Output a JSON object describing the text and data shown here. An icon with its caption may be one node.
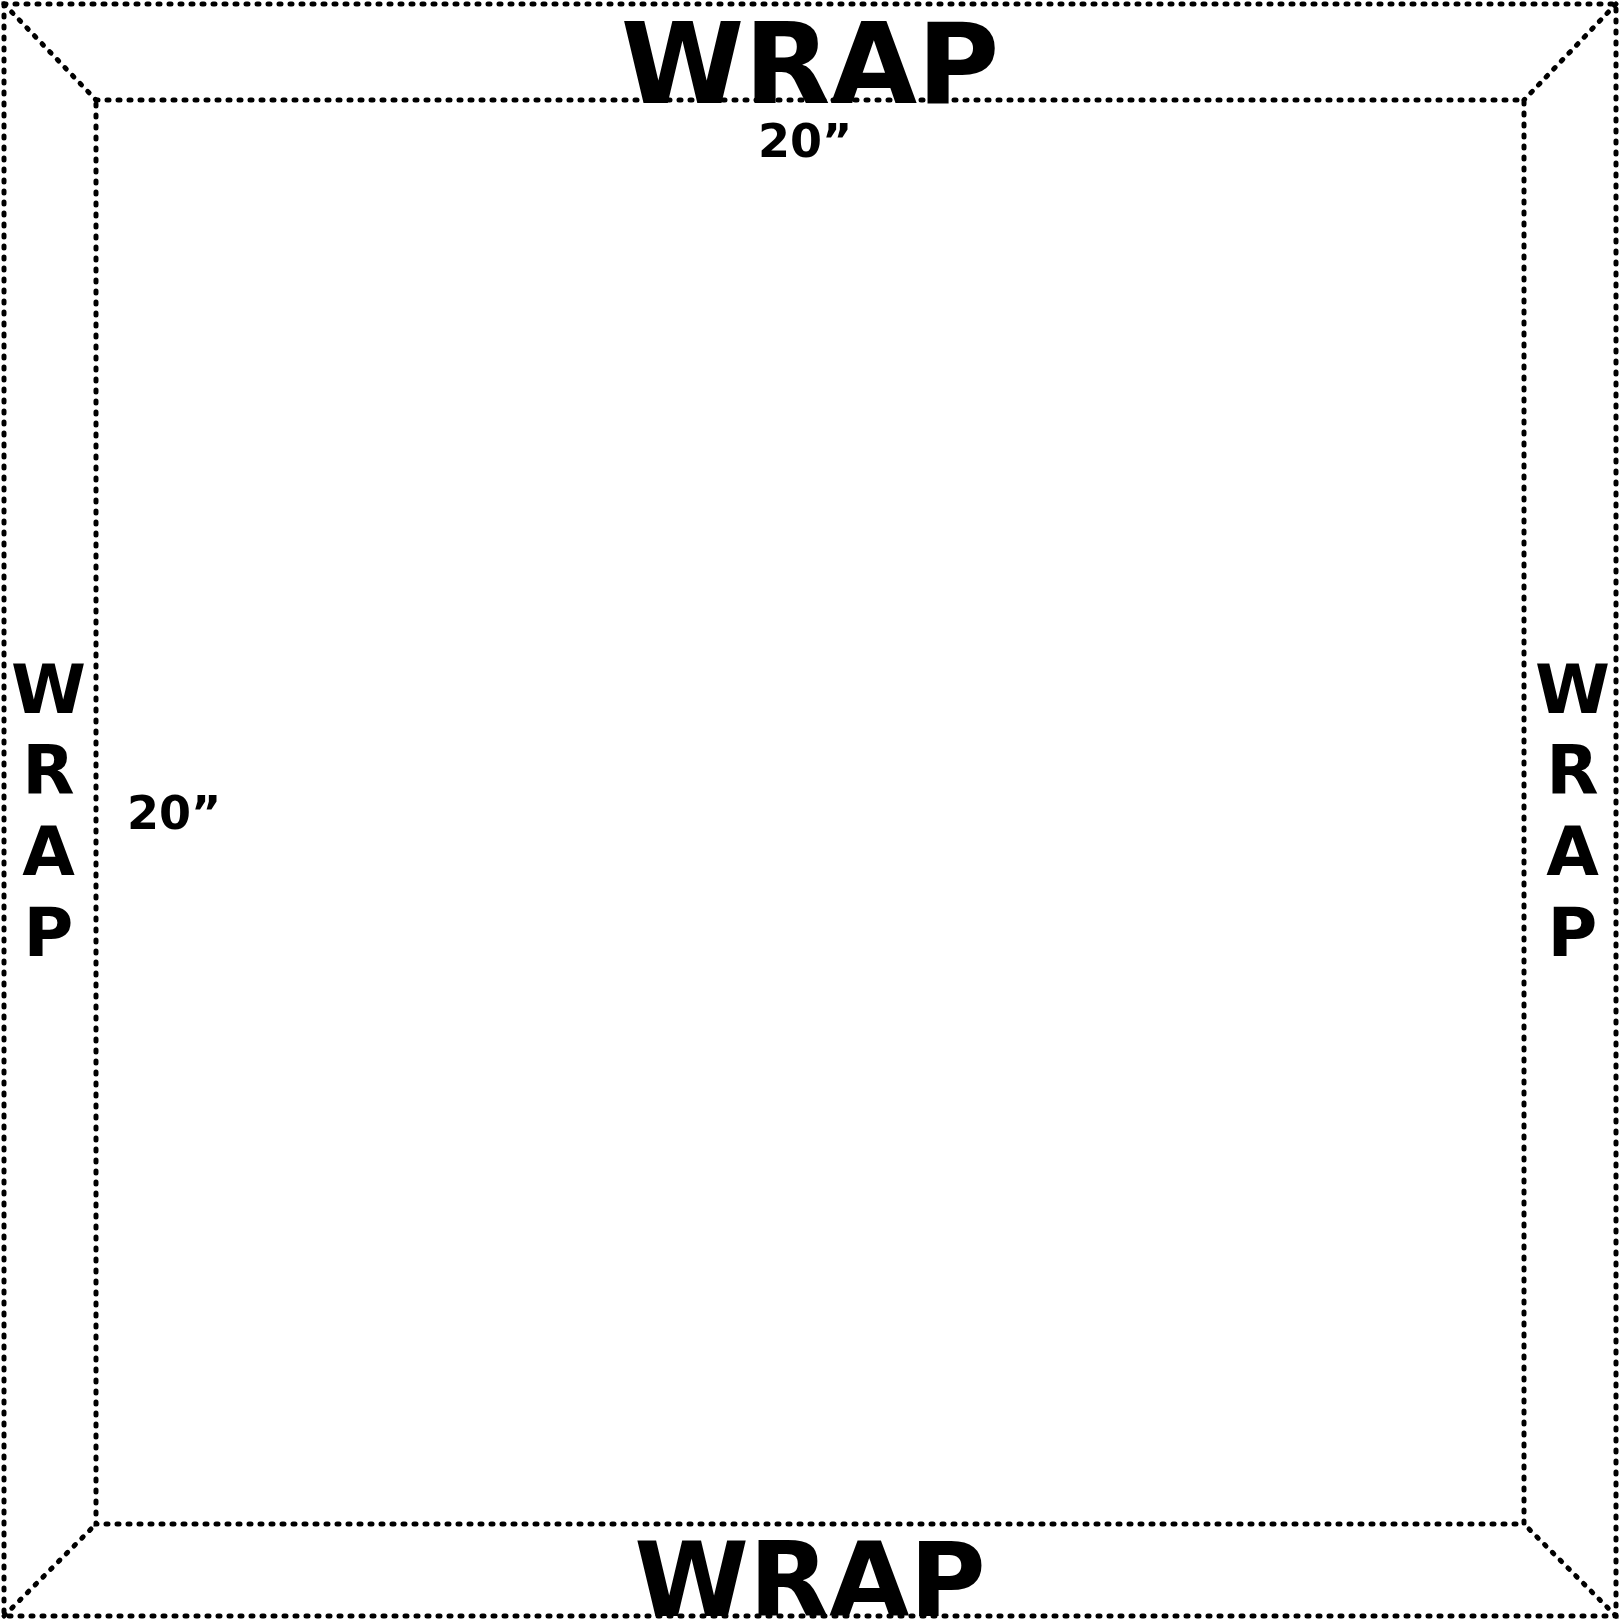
{
  "diagram": {
    "labels": [
      "WRAP",
      "20”",
      "WRAP",
      "20”",
      "WRAP",
      "WRAP"
    ]
  }
}
